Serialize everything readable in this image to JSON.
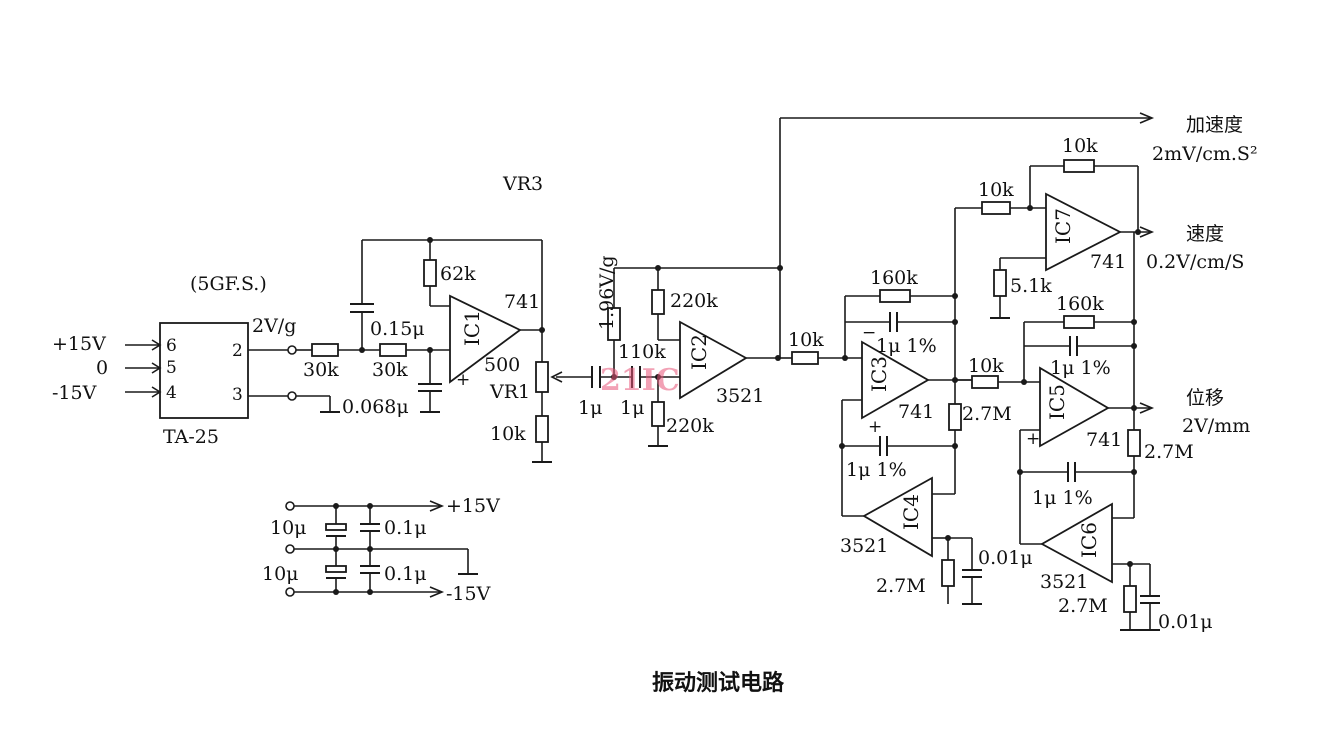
{
  "figure": {
    "caption": "振动测试电路",
    "watermark": "21IC"
  },
  "sensor": {
    "model": "(5GF.S.)",
    "part": "TA-25",
    "pins": [
      "6",
      "5",
      "4",
      "2",
      "3"
    ],
    "supply_labels": [
      "+15V",
      "0",
      "-15V"
    ],
    "sensitivity": "2V/g"
  },
  "stage1": {
    "ic": "IC1",
    "opamp": "741",
    "r_in1": "30k",
    "r_in2": "30k",
    "c_in": "0.15μ",
    "c_gnd": "0.068μ",
    "r_fb": "62k",
    "pot": "VR1",
    "pot_value": "500",
    "r_out": "10k",
    "trim": "VR3"
  },
  "stage2": {
    "ic": "IC2",
    "opamp": "3521",
    "node_label": "1.96V/g",
    "c1": "1μ",
    "c2": "1μ",
    "r_bias": "110k",
    "r_fb_top": "220k",
    "r_fb_bot": "220k"
  },
  "integrator1": {
    "ic": "IC3",
    "opamp": "741",
    "r_in": "10k",
    "r_fb": "160k",
    "c_fb": "1μ 1%",
    "r_gnd": "2.7M"
  },
  "servo1": {
    "ic": "IC4",
    "opamp": "3521",
    "c_fb": "1μ 1%",
    "r": "2.7M",
    "c": "0.01μ"
  },
  "integrator2": {
    "ic": "IC5",
    "opamp": "741",
    "r_in": "10k",
    "r_fb": "160k",
    "c_fb": "1μ 1%",
    "r_gnd": "2.7M"
  },
  "servo2": {
    "ic": "IC6",
    "opamp": "3521",
    "c_fb": "1μ 1%",
    "r": "2.7M",
    "c": "0.01μ"
  },
  "buffer": {
    "ic": "IC7",
    "opamp": "741",
    "r_in": "10k",
    "r_fb": "10k",
    "r_gnd": "5.1k"
  },
  "outputs": {
    "accel_label": "加速度",
    "accel_scale": "2mV/cm.S²",
    "vel_label": "速度",
    "vel_scale": "0.2V/cm/S",
    "disp_label": "位移",
    "disp_scale": "2V/mm"
  },
  "power": {
    "c_big1": "10μ",
    "c_big2": "10μ",
    "c_small1": "0.1μ",
    "c_small2": "0.1μ",
    "pos": "+15V",
    "neg": "-15V"
  }
}
